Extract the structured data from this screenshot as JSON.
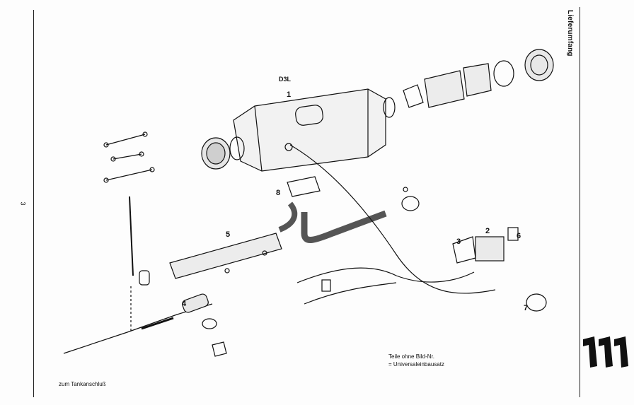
{
  "page": {
    "section_title": "Lieferumfang",
    "page_number": "3"
  },
  "diagram": {
    "model": "D3L",
    "callouts": [
      "1",
      "2",
      "3",
      "4",
      "5",
      "6",
      "7",
      "8"
    ]
  },
  "notes": {
    "line1": "Teile ohne Bild-Nr.",
    "line2": "= Universaleinbausatz"
  },
  "footer": {
    "caption": "zum Tankanschluß"
  },
  "icons": {
    "logo": "brand-logo-icon"
  }
}
